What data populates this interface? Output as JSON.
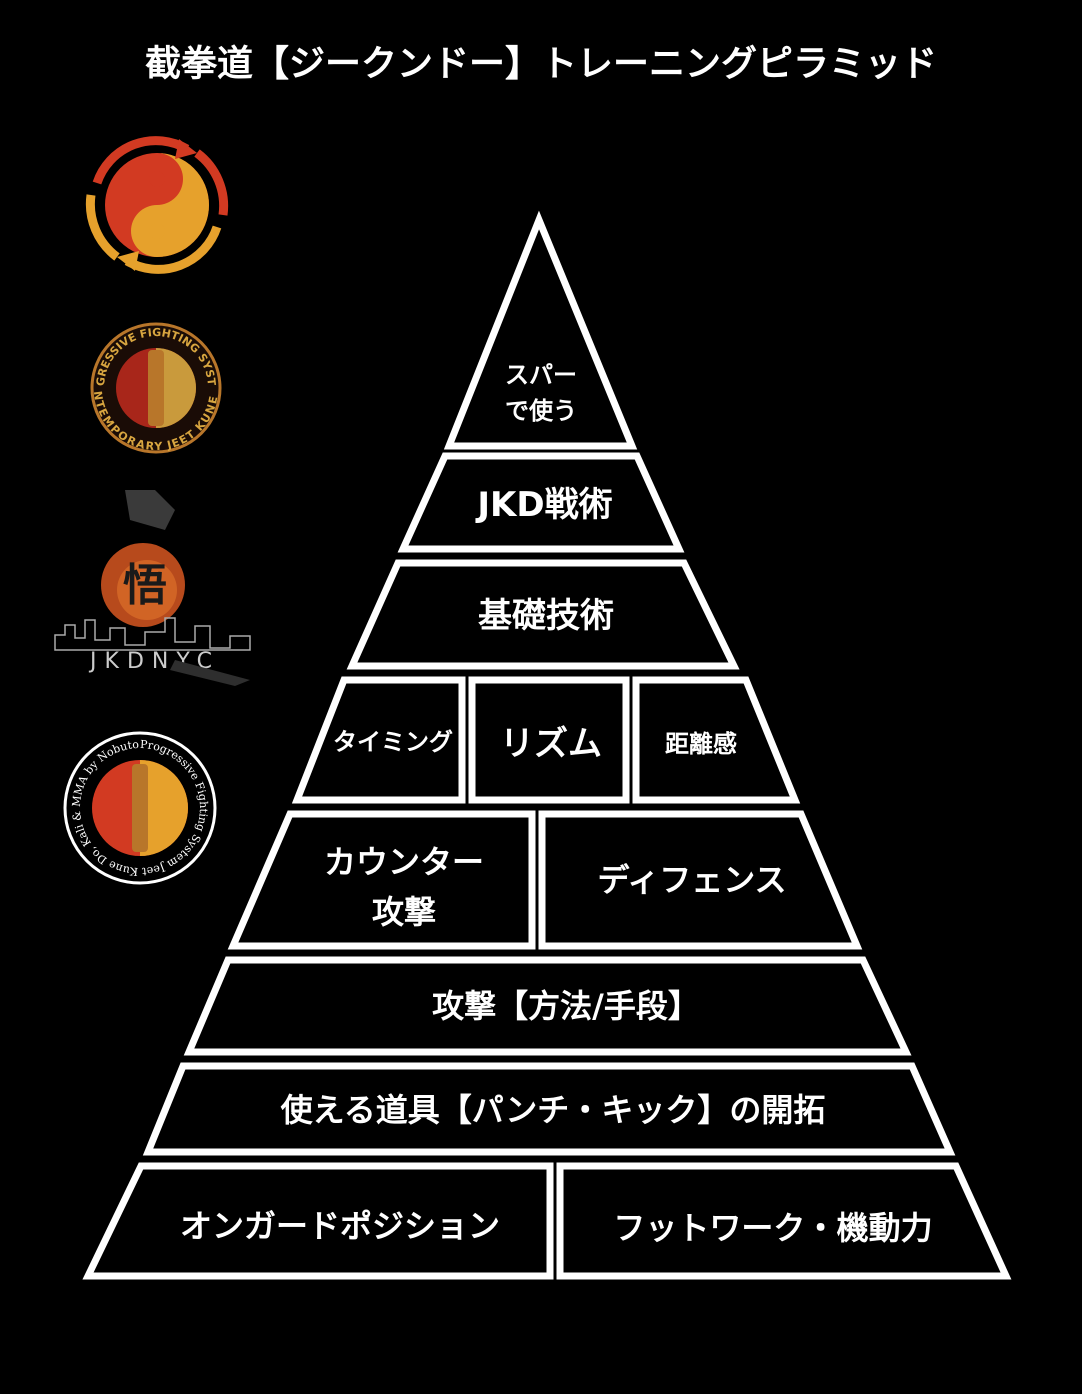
{
  "title": "截拳道【ジークンドー】トレーニングピラミッド",
  "pyramid": {
    "sparring": [
      "スパー",
      "で使う"
    ],
    "tactics": "JKD戦術",
    "fundamentals": "基礎技術",
    "timing": "タイミング",
    "rhythm": "リズム",
    "distance": "距離感",
    "counter": [
      "カウンター",
      "攻撃"
    ],
    "defense": "ディフェンス",
    "attack_methods": "攻撃【方法/手段】",
    "tools": "使える道具【パンチ・キック】の開拓",
    "on_guard": "オンガードポジション",
    "footwork": "フットワーク・機動力"
  },
  "logos": {
    "pfs_top": "PROGRESSIVE FIGHTING SYSTEMS",
    "pfs_bottom": "CONTEMPORARY JEET KUNE DO",
    "jkdnyc_kanji": "悟",
    "jkdnyc_text": "JKDNYC",
    "pfs2_ring": "Progressive Fighting System Jeet Kune Do, Kali & MMA by Nobuto"
  },
  "colors": {
    "background": "#000000",
    "stroke": "#ffffff",
    "yin_yang_red": "#d23a22",
    "yin_yang_gold": "#e6a12c"
  }
}
